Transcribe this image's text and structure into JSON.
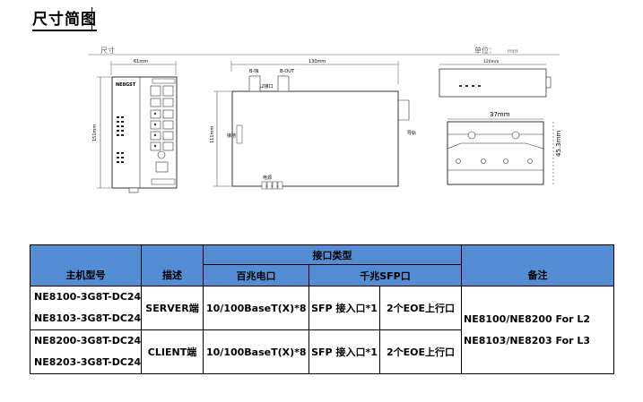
{
  "page": {
    "title": "尺寸简图"
  },
  "drawing": {
    "header_left": "尺寸",
    "unit_label": "单位：",
    "unit_value": "mm",
    "front_width_label": "61mm",
    "side_depth_label": "130mm",
    "top_depth_label": "120mm",
    "rail_width_label": "37mm",
    "height_label_front": "151mm",
    "height_label_side": "111mm",
    "port_label_bin": "B-IN",
    "port_label_bout": "B-OUT",
    "m12_label": "M12接口",
    "panel_brand": "NE8GST",
    "side_label_ground": "接地",
    "side_label_rail": "导轨",
    "power_label": "电源",
    "rail_height_label": "45.3mm"
  },
  "table": {
    "headers": {
      "model": "主机型号",
      "desc": "描述",
      "interface_type": "接口类型",
      "fast_eth": "百兆电口",
      "gig_sfp": "千兆SFP口",
      "remark": "备注"
    },
    "rows": [
      {
        "models": [
          "NE8100-3G8T-DC24",
          "NE8103-3G8T-DC24"
        ],
        "desc": "SERVER端",
        "fast_eth": "10/100BaseT(X)*8",
        "sfp_in": "SFP 接入口*1",
        "sfp_up": "2个EOE上行口"
      },
      {
        "models": [
          "NE8200-3G8T-DC24",
          "NE8203-3G8T-DC24"
        ],
        "desc": "CLIENT端",
        "fast_eth": "10/100BaseT(X)*8",
        "sfp_in": "SFP 接入口*1",
        "sfp_up": "2个EOE上行口"
      }
    ],
    "remarks": [
      "NE8100/NE8200 For L2",
      "NE8103/NE8203 For L3"
    ]
  }
}
